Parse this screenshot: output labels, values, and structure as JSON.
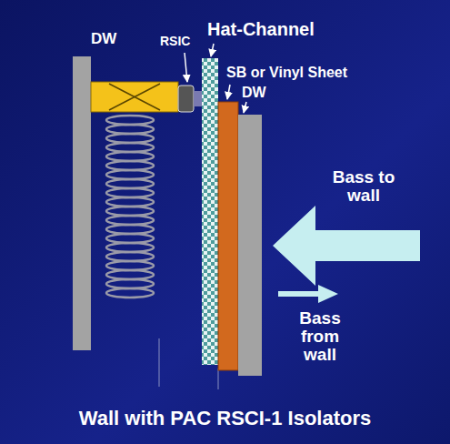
{
  "diagram": {
    "caption": "Wall with PAC RSCI-1 Isolators",
    "labels": [
      "DW",
      "RSIC",
      "Hat-Channel",
      "SB or Vinyl Sheet",
      "DW",
      "Bass to wall",
      "Bass from wall"
    ]
  }
}
